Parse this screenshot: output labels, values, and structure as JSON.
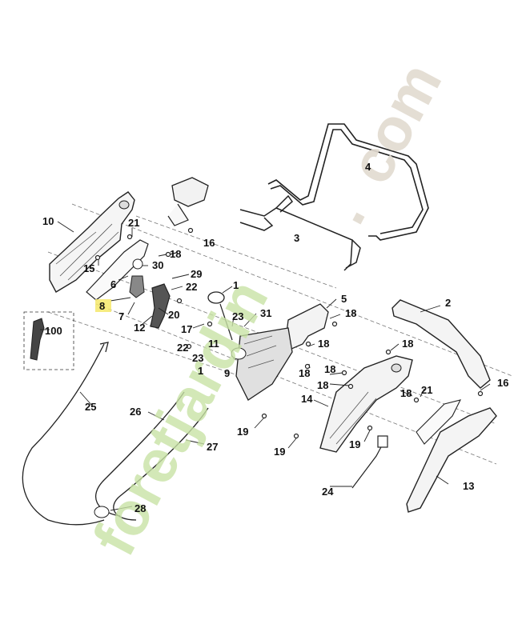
{
  "diagram": {
    "callouts": {
      "c1a": "1",
      "c1b": "1",
      "c2": "2",
      "c3": "3",
      "c4": "4",
      "c5": "5",
      "c6": "6",
      "c7": "7",
      "c8": "8",
      "c9": "9",
      "c10": "10",
      "c11": "11",
      "c12": "12",
      "c13": "13",
      "c14": "14",
      "c15": "15",
      "c16a": "16",
      "c16b": "16",
      "c17": "17",
      "c18a": "18",
      "c18b": "18",
      "c18c": "18",
      "c18d": "18",
      "c18e": "18",
      "c18f": "18",
      "c18g": "18",
      "c18h": "18",
      "c19a": "19",
      "c19b": "19",
      "c19c": "19",
      "c20": "20",
      "c21a": "21",
      "c21b": "21",
      "c22a": "22",
      "c22b": "22",
      "c23a": "23",
      "c23b": "23",
      "c24": "24",
      "c25": "25",
      "c26": "26",
      "c27": "27",
      "c28": "28",
      "c29": "29",
      "c30": "30",
      "c31": "31",
      "c100": "100"
    },
    "highlight_color": "#f5e86a",
    "watermark": {
      "text_main": "foretjardin",
      "text_dot": ".",
      "text_tld": "com",
      "color_main": "#c9e3a6",
      "color_tld": "#e2dbd0",
      "color_accent": "#f4b183"
    }
  }
}
